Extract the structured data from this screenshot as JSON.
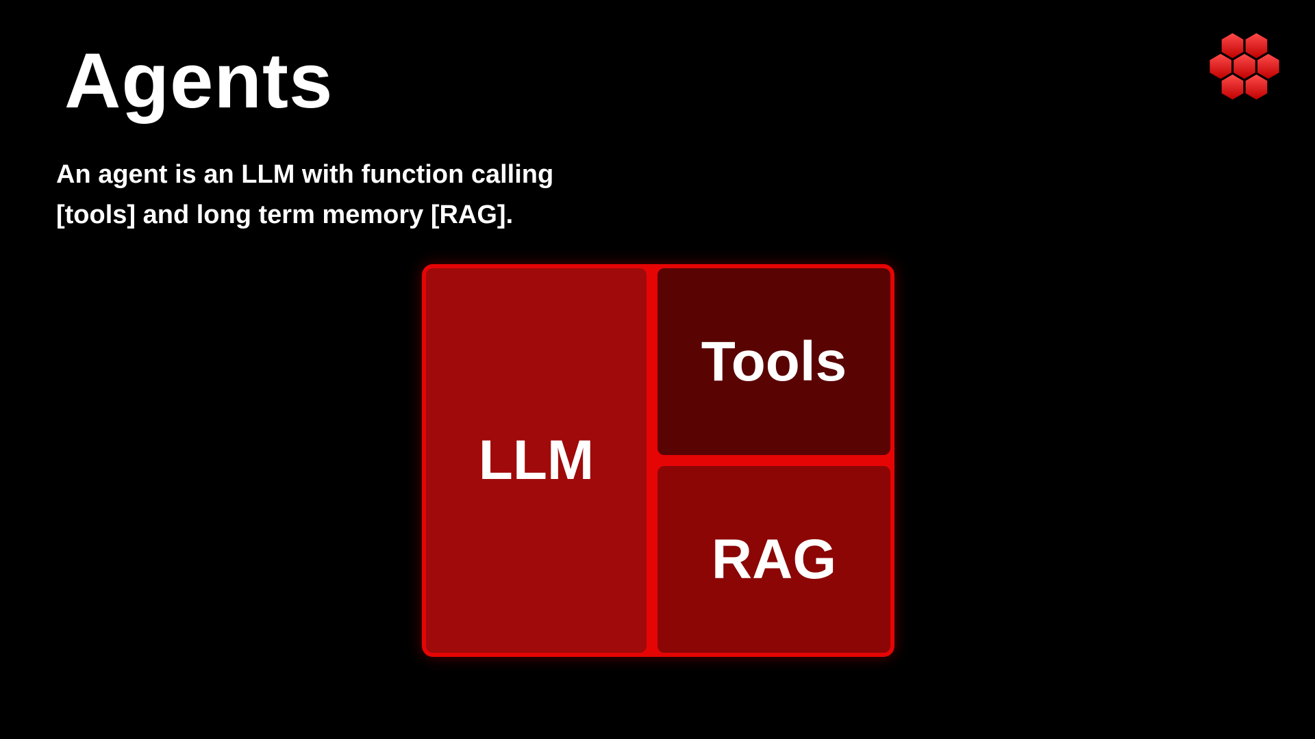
{
  "slide": {
    "title": "Agents",
    "subtitle_lines": [
      "An agent is an LLM with function calling",
      "[tools] and long term memory [RAG]."
    ]
  },
  "diagram": {
    "boxes": [
      {
        "id": "llm",
        "label": "LLM"
      },
      {
        "id": "tools",
        "label": "Tools"
      },
      {
        "id": "rag",
        "label": "RAG"
      }
    ]
  },
  "logo": {
    "icon": "hexagon-cluster-logo"
  },
  "colors": {
    "background": "#000000",
    "text": "#ffffff",
    "frame": "#e60505",
    "llm_box": "#a00a0a",
    "tools_box": "#5a0303",
    "rag_box": "#8c0606",
    "logo_light": "#ff4b4b",
    "logo_dark": "#bf0000"
  }
}
